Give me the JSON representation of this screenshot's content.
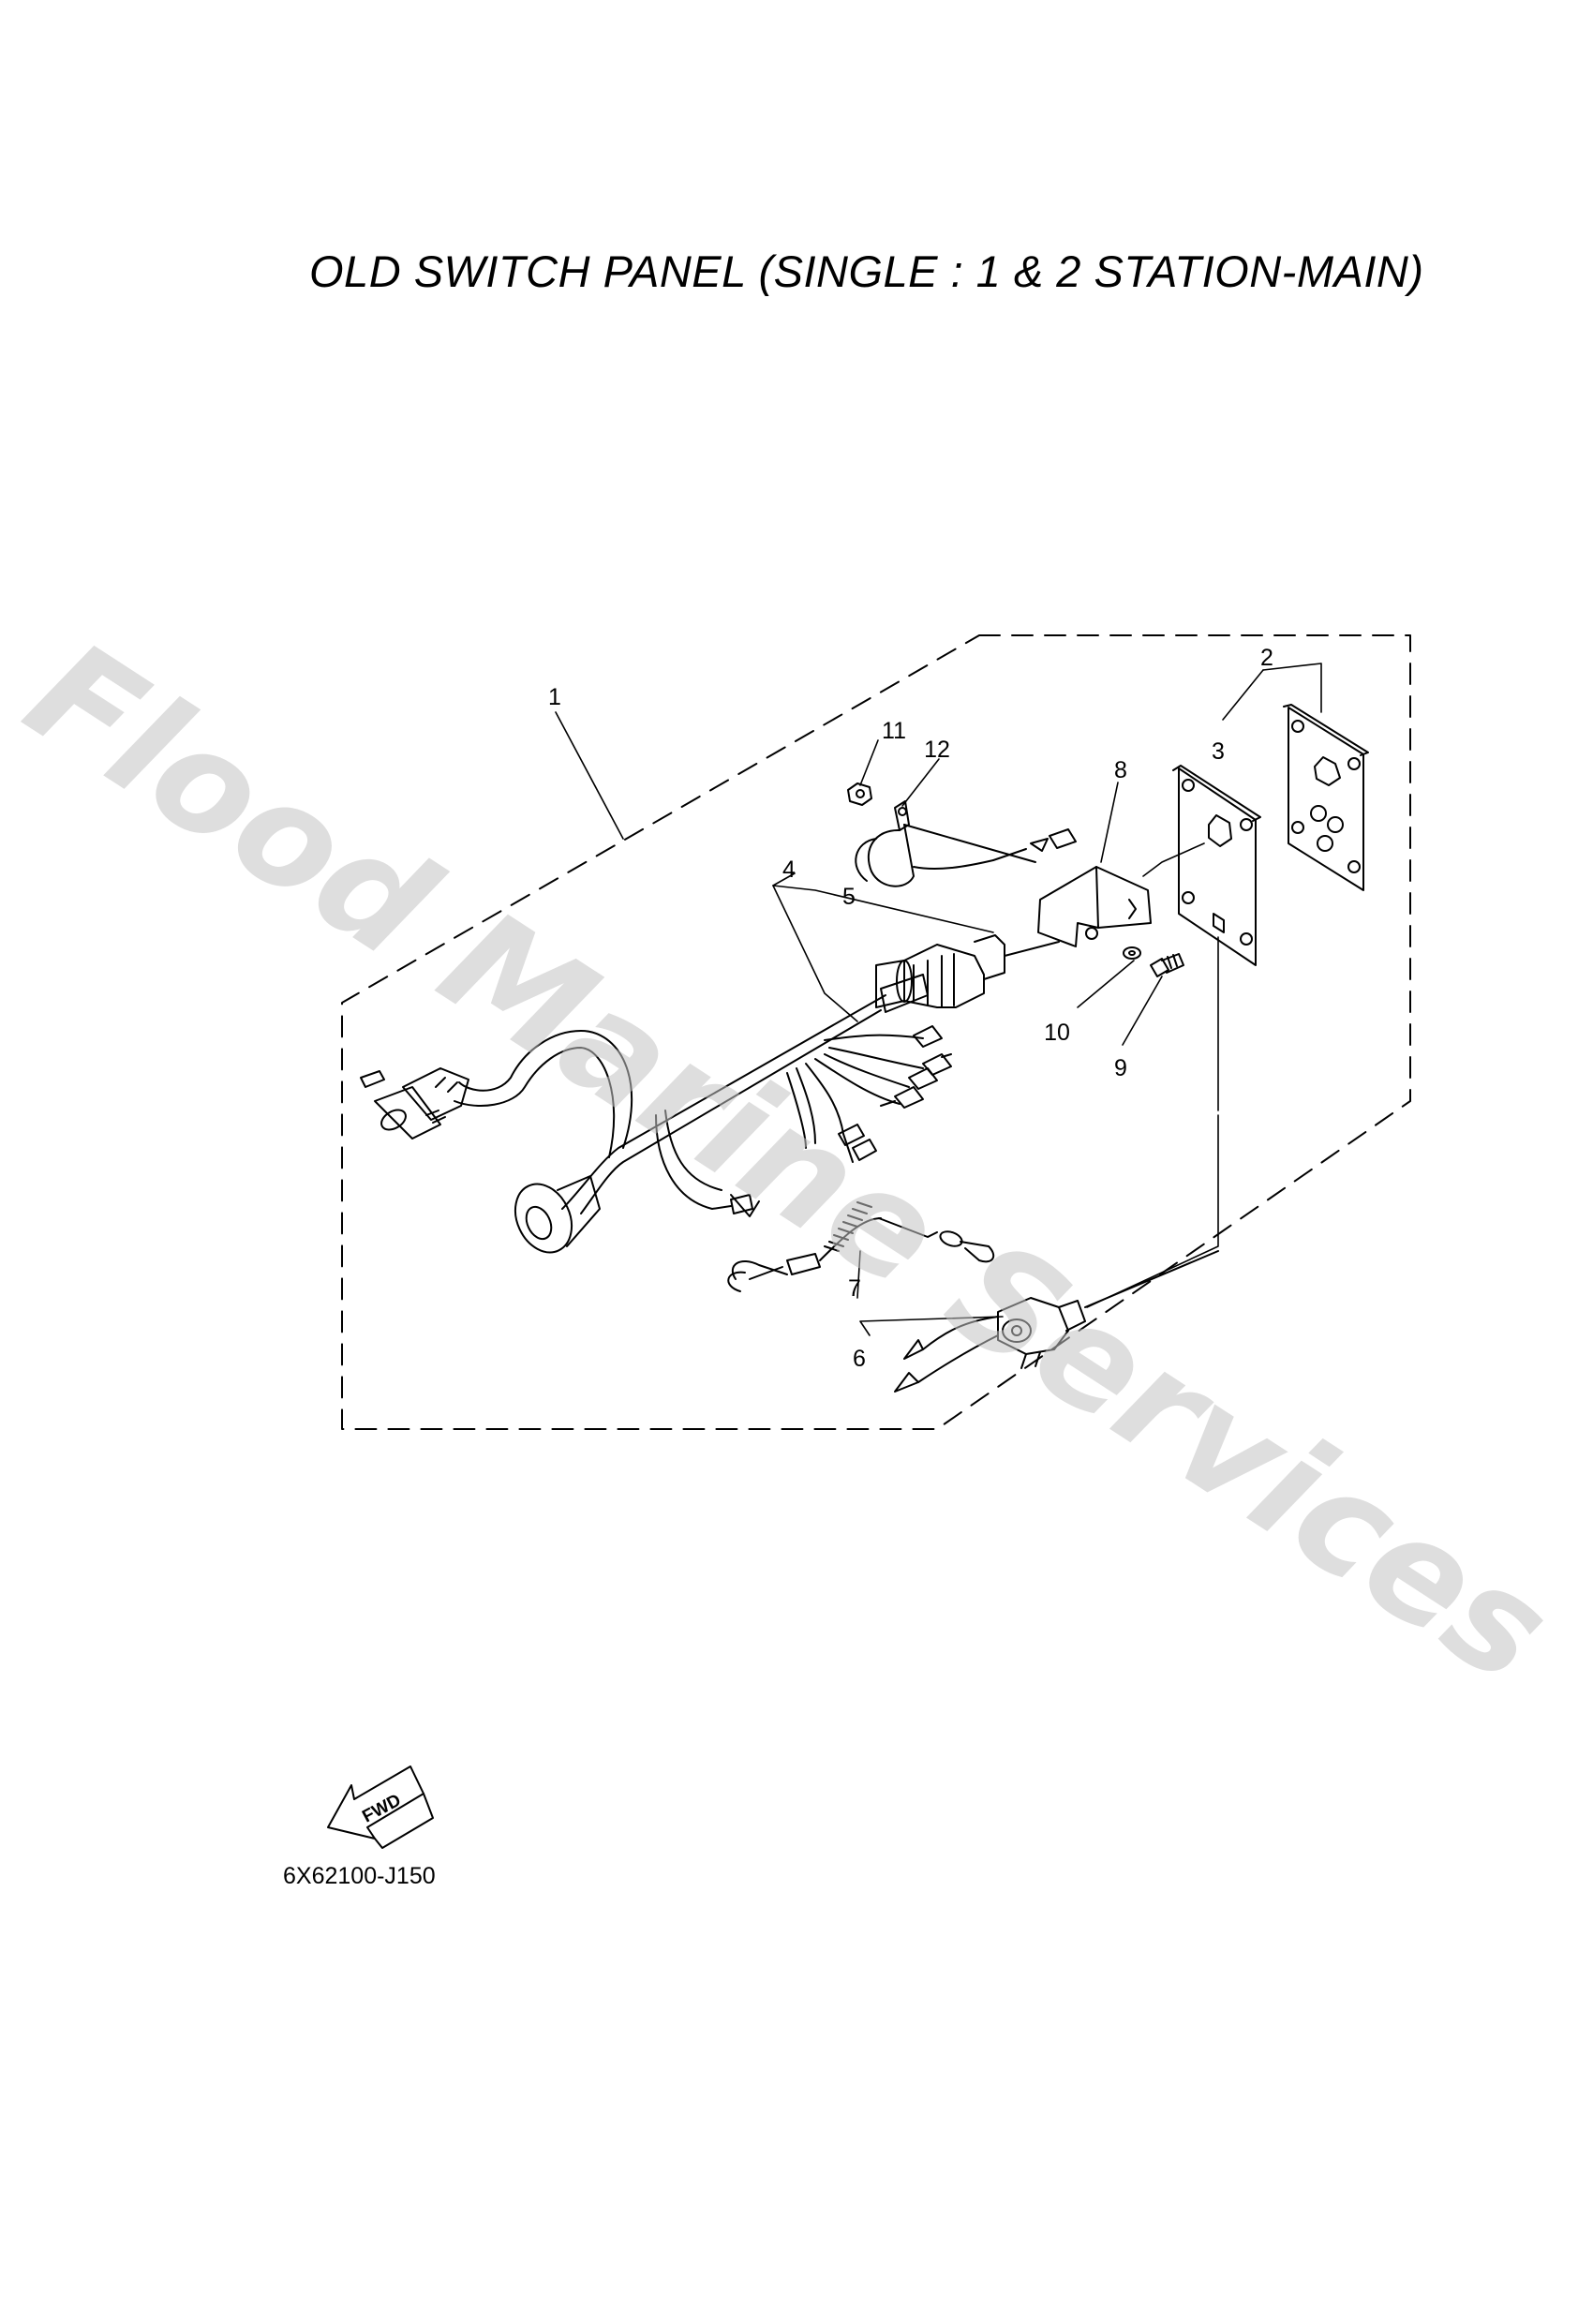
{
  "title": "OLD SWITCH PANEL (SINGLE : 1 & 2 STATION-MAIN)",
  "part_code": "6X62100-J150",
  "fwd_label": "FWD",
  "watermark": "Flood Marine Services",
  "callouts": {
    "c1": "1",
    "c2": "2",
    "c3": "3",
    "c4": "4",
    "c5": "5",
    "c6": "6",
    "c7": "7",
    "c8": "8",
    "c9": "9",
    "c10": "10",
    "c11": "11",
    "c12": "12"
  },
  "colors": {
    "ink": "#000000",
    "watermark": "#c4c4c4"
  }
}
